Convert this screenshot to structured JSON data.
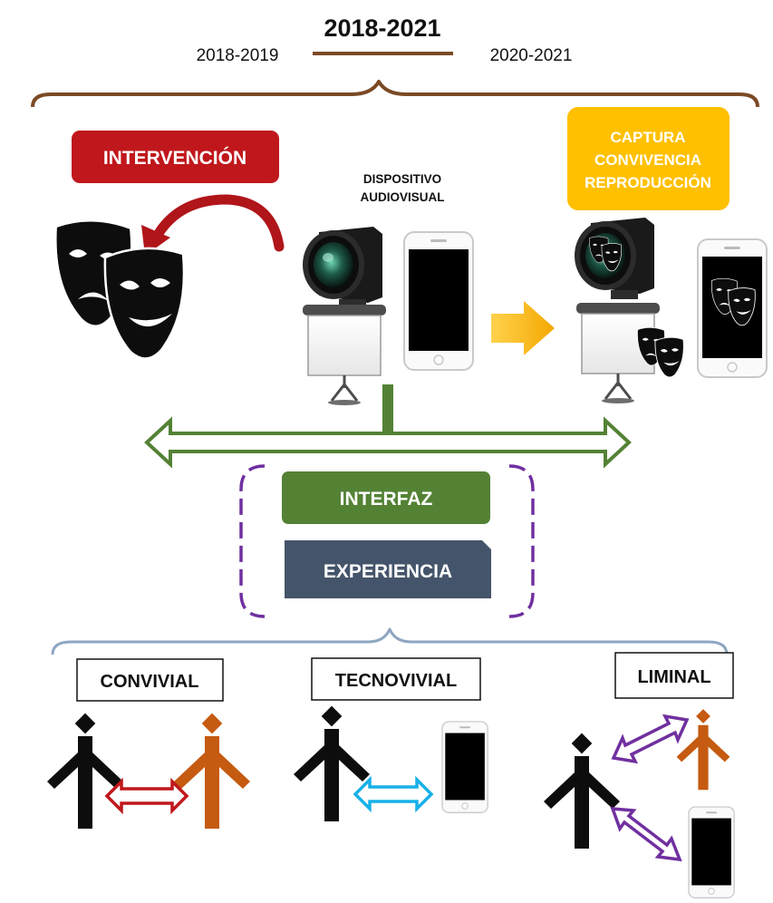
{
  "header": {
    "title": "2018-2021",
    "left_period": "2018-2019",
    "right_period": "2020-2021"
  },
  "intervencion": {
    "label": "INTERVENCIÓN",
    "color": "#c0171c"
  },
  "dispositivo": {
    "line1": "DISPOSITIVO",
    "line2": "AUDIOVISUAL"
  },
  "captura": {
    "line1": "CAPTURA",
    "line2": "CONVIVENCIA",
    "line3": "REPRODUCCIÓN",
    "color": "#ffc000"
  },
  "interfaz": {
    "label": "INTERFAZ",
    "color": "#548235"
  },
  "experiencia": {
    "label": "EXPERIENCIA",
    "color": "#44546a"
  },
  "categories": [
    {
      "label": "CONVIVIAL",
      "arrow_color": "#c0171c"
    },
    {
      "label": "TECNOVIVIAL",
      "arrow_color": "#17b0e8"
    },
    {
      "label": "LIMINAL",
      "arrow_color": "#7030a0"
    }
  ],
  "colors": {
    "brace_top": "#7b4a25",
    "brace_bottom": "#8ea6c1",
    "green": "#548235",
    "orange": "#c55a11",
    "purple": "#7030a0"
  },
  "icons": [
    "theater-masks-icon",
    "camera-lens-icon",
    "projector-screen-icon",
    "smartphone-icon",
    "person-icon",
    "double-arrow-icon"
  ]
}
